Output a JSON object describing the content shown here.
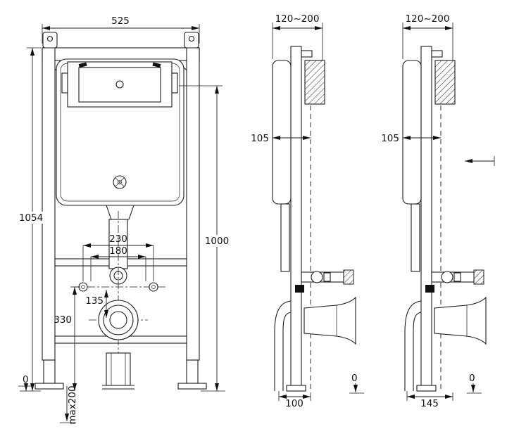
{
  "drawing": {
    "front": {
      "width_top": "525",
      "height_left": "1054",
      "height_right": "1000",
      "stud_width_outer": "230",
      "stud_width_inner": "180",
      "offset_135": "135",
      "outlet_height": "330",
      "floor_zero": "0",
      "foot_extension": "max200"
    },
    "side_a": {
      "depth_range": "120~200",
      "cistern_depth": "105",
      "drain_offset": "100",
      "floor_zero": "0"
    },
    "side_b": {
      "depth_range": "120~200",
      "cistern_depth": "105",
      "drain_offset": "145",
      "floor_zero": "0"
    }
  }
}
